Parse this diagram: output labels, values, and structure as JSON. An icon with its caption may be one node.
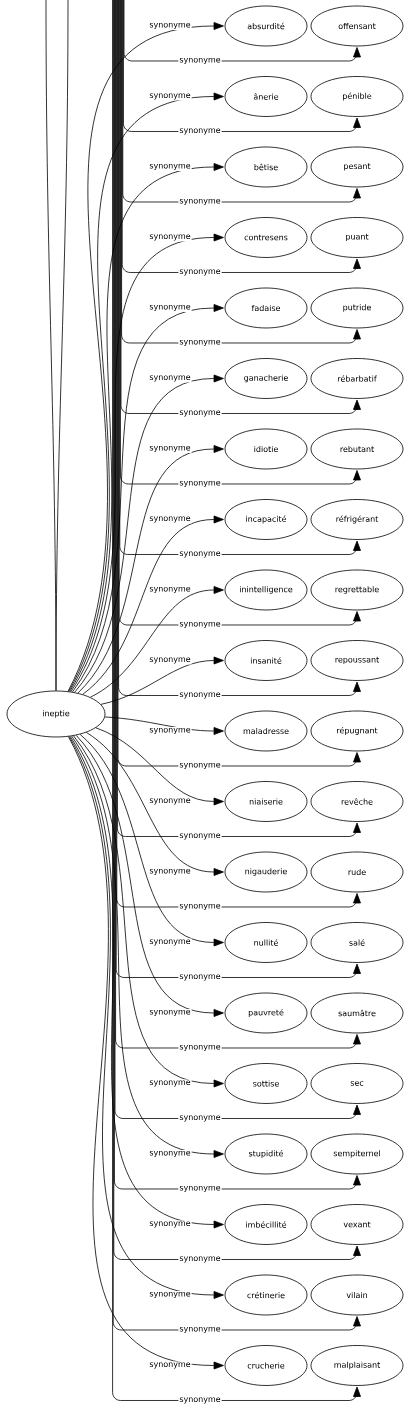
{
  "diagram": {
    "nodes": [
      {
        "text": [
          "ineptie"
        ]
      },
      {
        "text": [
          "absurdité"
        ]
      },
      {
        "text": [
          "ânerie"
        ]
      },
      {
        "text": [
          "bêtise"
        ]
      },
      {
        "text": [
          "contresens"
        ]
      },
      {
        "text": [
          "fadaise"
        ]
      },
      {
        "text": [
          "ganacherie"
        ]
      },
      {
        "text": [
          "idiotie"
        ]
      },
      {
        "text": [
          "incapacité"
        ]
      },
      {
        "text": [
          "inintelligence"
        ]
      },
      {
        "text": [
          "insanité"
        ]
      },
      {
        "text": [
          "maladresse"
        ]
      },
      {
        "text": [
          "niaiserie"
        ]
      },
      {
        "text": [
          "nigauderie"
        ]
      },
      {
        "text": [
          "nullité"
        ]
      },
      {
        "text": [
          "pauvreté"
        ]
      },
      {
        "text": [
          "sottise"
        ]
      },
      {
        "text": [
          "stupidité"
        ]
      },
      {
        "text": [
          "imbécillité"
        ]
      },
      {
        "text": [
          "crétinerie"
        ]
      },
      {
        "text": [
          "crucherie"
        ]
      },
      {
        "text": [
          "offensant"
        ]
      },
      {
        "text": [
          "pénible"
        ]
      },
      {
        "text": [
          "pesant"
        ]
      },
      {
        "text": [
          "puant"
        ]
      },
      {
        "text": [
          "putride"
        ]
      },
      {
        "text": [
          "rébarbatif"
        ]
      },
      {
        "text": [
          "rebutant"
        ]
      },
      {
        "text": [
          "réfrigérant"
        ]
      },
      {
        "text": [
          "regrettable"
        ]
      },
      {
        "text": [
          "repoussant"
        ]
      },
      {
        "text": [
          "répugnant"
        ]
      },
      {
        "text": [
          "revêche"
        ]
      },
      {
        "text": [
          "rude"
        ]
      },
      {
        "text": [
          "salé"
        ]
      },
      {
        "text": [
          "saumâtre"
        ]
      },
      {
        "text": [
          "sec"
        ]
      },
      {
        "text": [
          "sempiternel"
        ]
      },
      {
        "text": [
          "vexant"
        ]
      },
      {
        "text": [
          "vilain"
        ]
      },
      {
        "text": [
          "malplaisant"
        ]
      }
    ],
    "edges": [
      {
        "from": 0,
        "to": 1,
        "arrow": "to",
        "label": "synonyme"
      },
      {
        "from": 0,
        "to": 2,
        "arrow": "to",
        "label": "synonyme"
      },
      {
        "from": 0,
        "to": 3,
        "arrow": "to",
        "label": "synonyme"
      },
      {
        "from": 0,
        "to": 4,
        "arrow": "to",
        "label": "synonyme"
      },
      {
        "from": 0,
        "to": 5,
        "arrow": "to",
        "label": "synonyme"
      },
      {
        "from": 0,
        "to": 6,
        "arrow": "to",
        "label": "synonyme"
      },
      {
        "from": 0,
        "to": 7,
        "arrow": "to",
        "label": "synonyme"
      },
      {
        "from": 0,
        "to": 8,
        "arrow": "to",
        "label": "synonyme"
      },
      {
        "from": 0,
        "to": 9,
        "arrow": "to",
        "label": "synonyme"
      },
      {
        "from": 0,
        "to": 10,
        "arrow": "to",
        "label": "synonyme"
      },
      {
        "from": 0,
        "to": 11,
        "arrow": "to",
        "label": "synonyme"
      },
      {
        "from": 0,
        "to": 12,
        "arrow": "to",
        "label": "synonyme"
      },
      {
        "from": 0,
        "to": 13,
        "arrow": "to",
        "label": "synonyme"
      },
      {
        "from": 0,
        "to": 14,
        "arrow": "to",
        "label": "synonyme"
      },
      {
        "from": 0,
        "to": 15,
        "arrow": "to",
        "label": "synonyme"
      },
      {
        "from": 0,
        "to": 16,
        "arrow": "to",
        "label": "synonyme"
      },
      {
        "from": 0,
        "to": 17,
        "arrow": "to",
        "label": "synonyme"
      },
      {
        "from": 0,
        "to": 18,
        "arrow": "to",
        "label": "synonyme"
      },
      {
        "from": 0,
        "to": 19,
        "arrow": "to",
        "label": "synonyme"
      },
      {
        "from": 0,
        "to": 20,
        "arrow": "to",
        "label": "synonyme"
      },
      {
        "from": null,
        "to": 21,
        "arrow": "to",
        "label": "synonyme"
      },
      {
        "from": null,
        "to": 22,
        "arrow": "to",
        "label": "synonyme"
      },
      {
        "from": null,
        "to": 23,
        "arrow": "to",
        "label": "synonyme"
      },
      {
        "from": null,
        "to": 24,
        "arrow": "to",
        "label": "synonyme"
      },
      {
        "from": null,
        "to": 25,
        "arrow": "to",
        "label": "synonyme"
      },
      {
        "from": null,
        "to": 26,
        "arrow": "to",
        "label": "synonyme"
      },
      {
        "from": null,
        "to": 27,
        "arrow": "to",
        "label": "synonyme"
      },
      {
        "from": null,
        "to": 28,
        "arrow": "to",
        "label": "synonyme"
      },
      {
        "from": null,
        "to": 29,
        "arrow": "to",
        "label": "synonyme"
      },
      {
        "from": null,
        "to": 30,
        "arrow": "to",
        "label": "synonyme"
      },
      {
        "from": null,
        "to": 31,
        "arrow": "to",
        "label": "synonyme"
      },
      {
        "from": null,
        "to": 32,
        "arrow": "to",
        "label": "synonyme"
      },
      {
        "from": null,
        "to": 33,
        "arrow": "to",
        "label": "synonyme"
      },
      {
        "from": null,
        "to": 34,
        "arrow": "to",
        "label": "synonyme"
      },
      {
        "from": null,
        "to": 35,
        "arrow": "to",
        "label": "synonyme"
      },
      {
        "from": null,
        "to": 36,
        "arrow": "to",
        "label": "synonyme"
      },
      {
        "from": null,
        "to": 37,
        "arrow": "to",
        "label": "synonyme"
      },
      {
        "from": null,
        "to": 38,
        "arrow": "to",
        "label": "synonyme"
      },
      {
        "from": null,
        "to": 39,
        "arrow": "to",
        "label": "synonyme"
      },
      {
        "from": null,
        "to": 40,
        "arrow": "to",
        "label": "synonyme"
      },
      {
        "from": 0,
        "to": null,
        "arrow": "none"
      },
      {
        "from": 0,
        "to": null,
        "arrow": "none"
      }
    ]
  }
}
